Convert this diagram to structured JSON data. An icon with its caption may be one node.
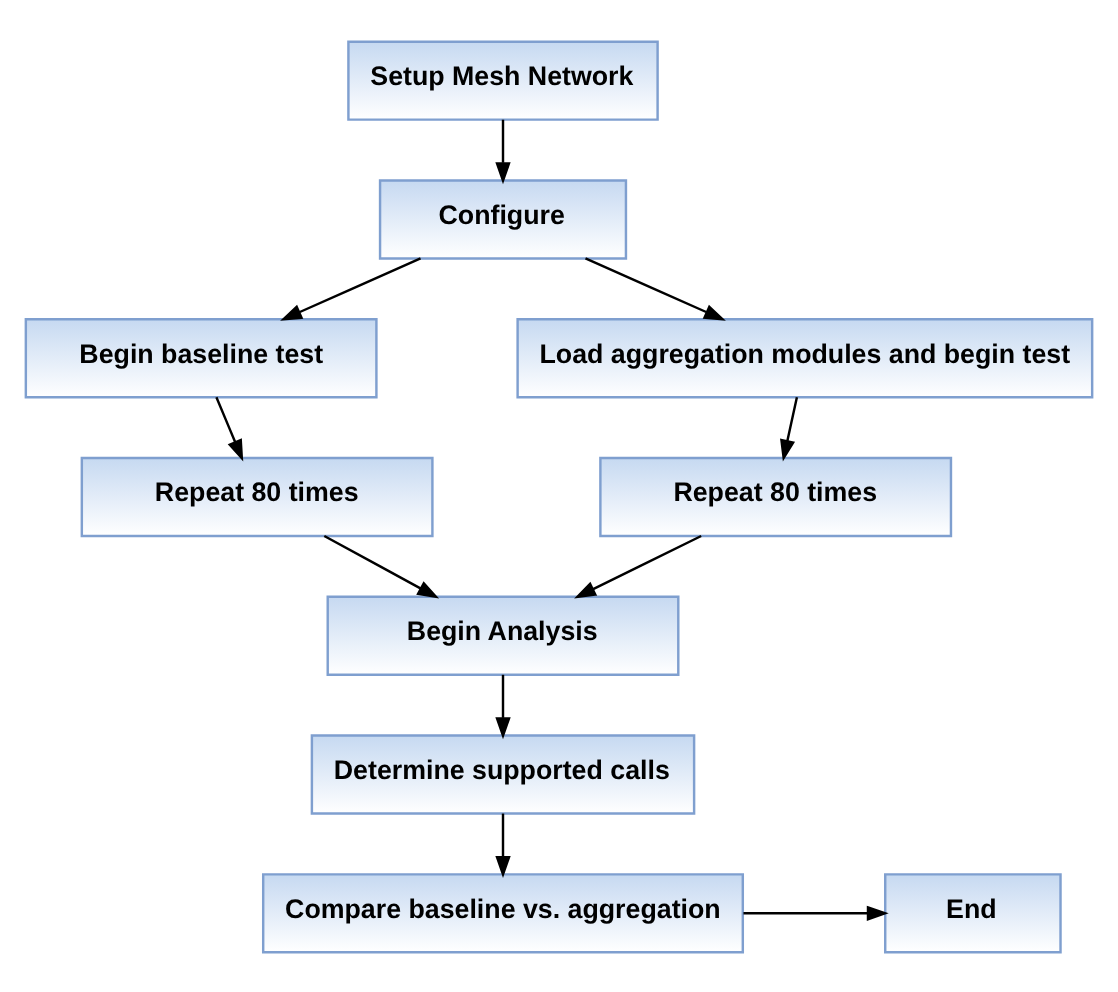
{
  "diagram": {
    "nodes": [
      {
        "text": [
          "Setup Mesh Network"
        ]
      },
      {
        "text": [
          "Configure"
        ]
      },
      {
        "text": [
          "Begin baseline test"
        ]
      },
      {
        "text": [
          "Load aggregation modules and begin test"
        ]
      },
      {
        "text": [
          "Repeat 80 times"
        ]
      },
      {
        "text": [
          "Repeat 80 times"
        ]
      },
      {
        "text": [
          "Begin Analysis"
        ]
      },
      {
        "text": [
          "Determine supported calls"
        ]
      },
      {
        "text": [
          "Compare baseline vs. aggregation"
        ]
      },
      {
        "text": [
          "End"
        ]
      }
    ],
    "edges": [
      {
        "from": 0,
        "to": 1,
        "arrow": "to"
      },
      {
        "from": 1,
        "to": 2,
        "arrow": "to"
      },
      {
        "from": 1,
        "to": 3,
        "arrow": "to"
      },
      {
        "from": 2,
        "to": 4,
        "arrow": "to"
      },
      {
        "from": 3,
        "to": 5,
        "arrow": "to"
      },
      {
        "from": 4,
        "to": 6,
        "arrow": "to"
      },
      {
        "from": 5,
        "to": 6,
        "arrow": "to"
      },
      {
        "from": 6,
        "to": 7,
        "arrow": "to"
      },
      {
        "from": 7,
        "to": 8,
        "arrow": "to"
      },
      {
        "from": 8,
        "to": 9,
        "arrow": "to"
      }
    ]
  }
}
